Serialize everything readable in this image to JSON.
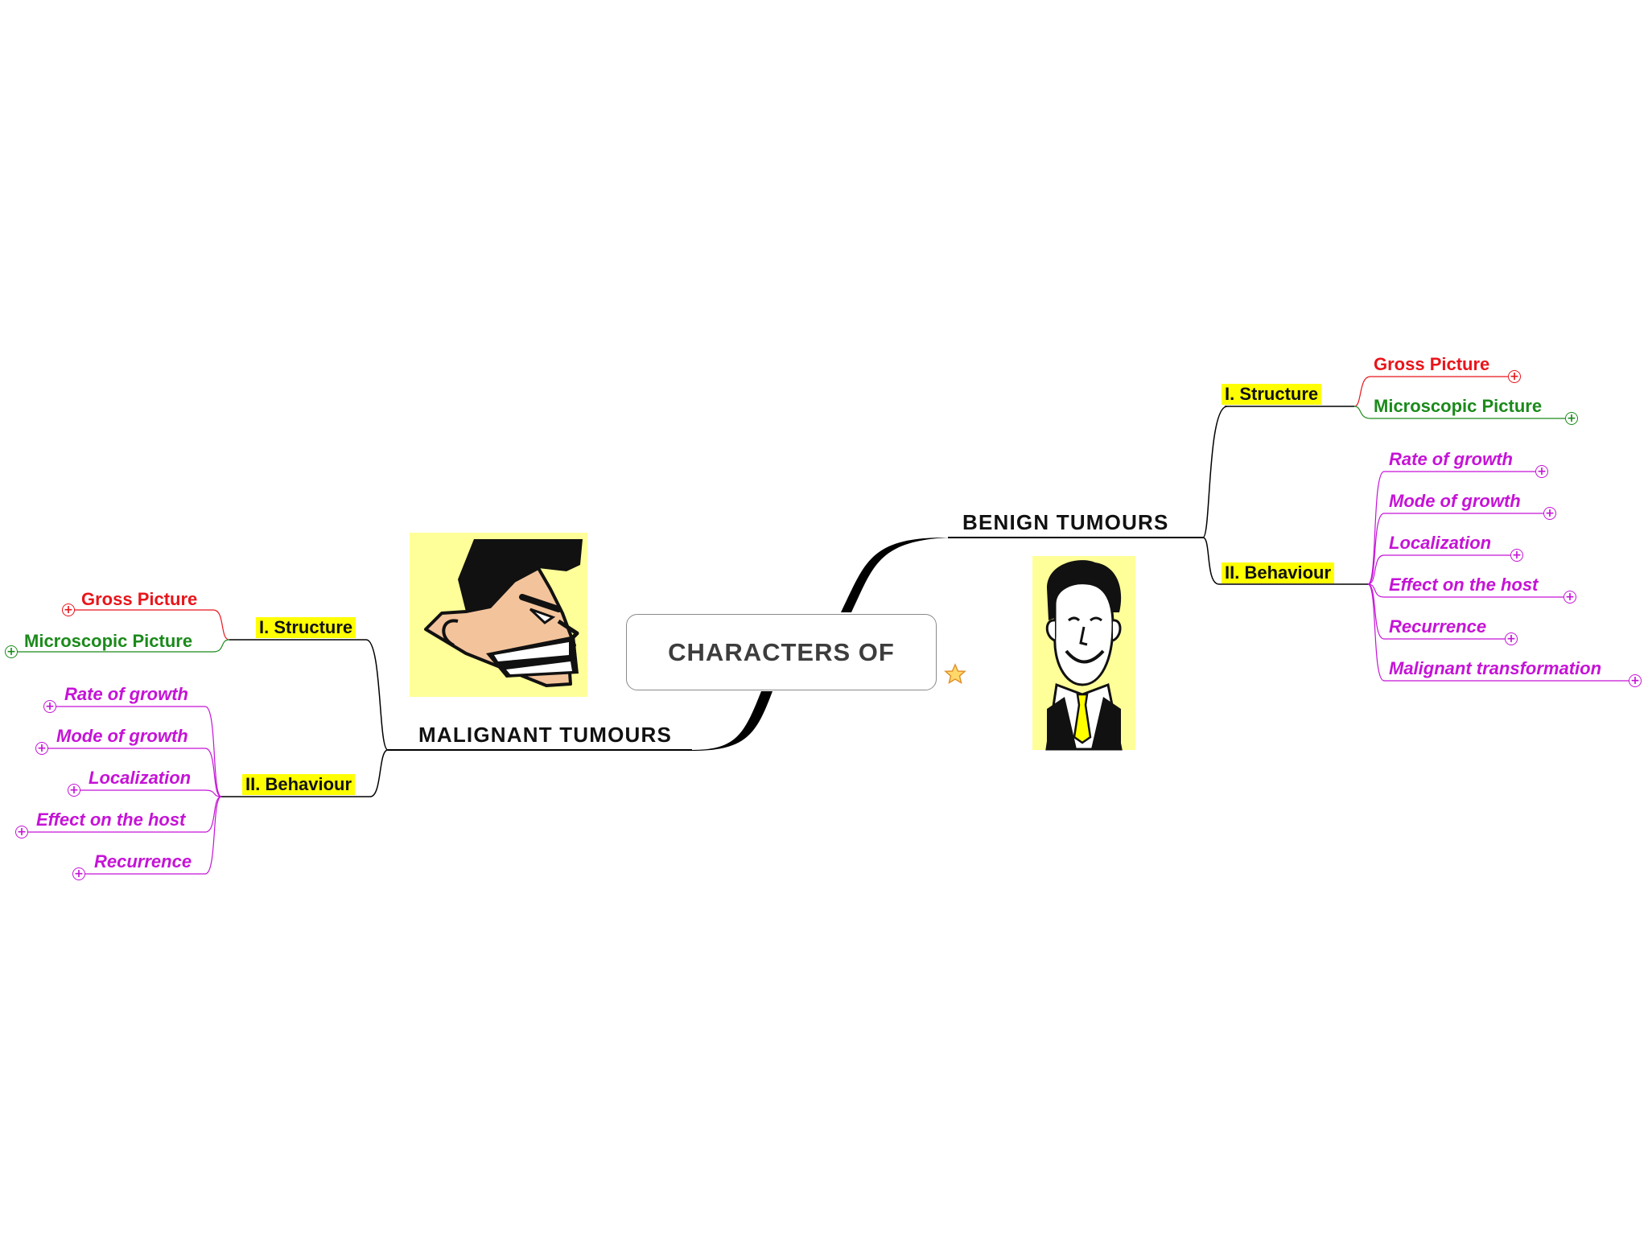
{
  "central": {
    "label": "CHARACTERS OF"
  },
  "benign": {
    "label": "BENIGN TUMOURS",
    "structure": {
      "label": "I. Structure",
      "items": [
        {
          "label": "Gross Picture",
          "color": "#e8151b"
        },
        {
          "label": "Microscopic Picture",
          "color": "#1b8a1b"
        }
      ]
    },
    "behaviour": {
      "label": "II. Behaviour",
      "items": [
        {
          "label": "Rate of growth"
        },
        {
          "label": "Mode of growth"
        },
        {
          "label": "Localization"
        },
        {
          "label": "Effect on the host"
        },
        {
          "label": "Recurrence"
        },
        {
          "label": "Malignant transformation"
        }
      ]
    }
  },
  "malignant": {
    "label": "MALIGNANT TUMOURS",
    "structure": {
      "label": "I. Structure",
      "items": [
        {
          "label": "Gross Picture",
          "color": "#e8151b"
        },
        {
          "label": "Microscopic Picture",
          "color": "#1b8a1b"
        }
      ]
    },
    "behaviour": {
      "label": "II. Behaviour",
      "items": [
        {
          "label": "Rate of growth"
        },
        {
          "label": "Mode of growth"
        },
        {
          "label": "Localization"
        },
        {
          "label": "Effect on the host"
        },
        {
          "label": "Recurrence"
        }
      ]
    }
  },
  "colors": {
    "highlight": "#ffff00",
    "structure_red": "#e8151b",
    "structure_green": "#1b8a1b",
    "behaviour_purple": "#c513d6",
    "cartoon_bg": "#ffff99"
  },
  "icons": [
    "star-icon",
    "angry-face-cartoon",
    "smiling-man-cartoon",
    "expand-plus-icon"
  ]
}
